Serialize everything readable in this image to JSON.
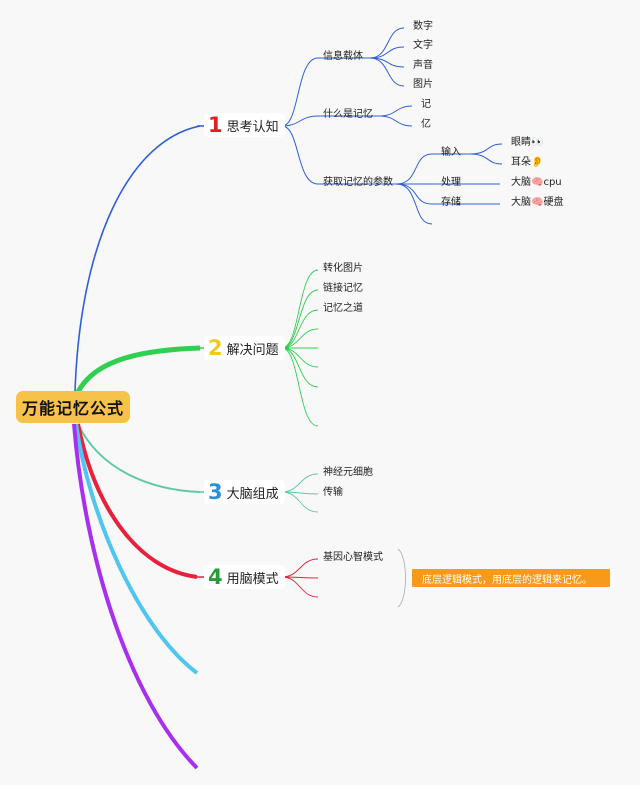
{
  "root": {
    "title": "万能记忆公式"
  },
  "colors": {
    "root_bg": "#f7c24a",
    "branch1": "#2f5fd8",
    "branch2": "#2fcf50",
    "branch3": "#5fc8a8",
    "branch4": "#e8203c",
    "branch5": "#4fc6f2",
    "branch6": "#a82ef0",
    "num1": "#e02020",
    "num2": "#f2c81e",
    "num3": "#2a8fd8",
    "num4": "#2a9a3a",
    "note_bg": "#f59a1a"
  },
  "branches": [
    {
      "num": "1",
      "title": "思考认知",
      "children": [
        {
          "label": "信息载体",
          "children": [
            "数字",
            "文字",
            "声音",
            "图片"
          ]
        },
        {
          "label": "什么是记忆",
          "children": [
            "记",
            "亿"
          ]
        },
        {
          "label": "获取记忆的参数",
          "children": [
            {
              "label": "输入",
              "children": [
                "眼睛👀",
                "耳朵👂"
              ]
            },
            {
              "label": "处理",
              "children": [
                "大脑🧠cpu"
              ]
            },
            {
              "label": "存储",
              "children": [
                "大脑🧠硬盘"
              ]
            }
          ]
        }
      ]
    },
    {
      "num": "2",
      "title": "解决问题",
      "children": [
        {
          "label": "转化图片"
        },
        {
          "label": "链接记忆"
        },
        {
          "label": "记忆之道"
        }
      ]
    },
    {
      "num": "3",
      "title": "大脑组成",
      "children": [
        {
          "label": "神经元细胞"
        },
        {
          "label": "传输"
        }
      ]
    },
    {
      "num": "4",
      "title": "用脑模式",
      "children": [
        {
          "label": "基因心智模式"
        }
      ],
      "note": "底层逻辑模式，用底层的逻辑来记忆。"
    }
  ]
}
